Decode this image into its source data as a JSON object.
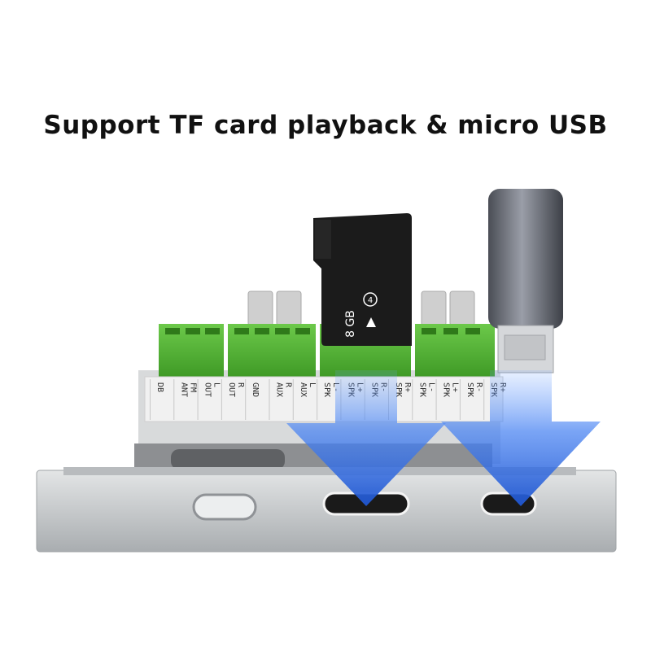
{
  "headline": "Support TF card playback & micro USB",
  "tf_card": {
    "capacity": "8 GB",
    "speed_class": "4"
  },
  "terminal_labels": [
    {
      "top": "",
      "bottom": "DB"
    },
    {
      "top": "FM",
      "bottom": "ANT"
    },
    {
      "top": "L",
      "bottom": "OUT"
    },
    {
      "top": "R",
      "bottom": "OUT"
    },
    {
      "top": "",
      "bottom": "GND"
    },
    {
      "top": "R",
      "bottom": "AUX"
    },
    {
      "top": "L",
      "bottom": "AUX"
    },
    {
      "top": "L-",
      "bottom": "SPK"
    },
    {
      "top": "L+",
      "bottom": "SPK"
    },
    {
      "top": "R-",
      "bottom": "SPK"
    },
    {
      "top": "R+",
      "bottom": "SPK"
    },
    {
      "top": "L-",
      "bottom": "SPK"
    },
    {
      "top": "L+",
      "bottom": "SPK"
    },
    {
      "top": "R-",
      "bottom": "SPK"
    },
    {
      "top": "R+",
      "bottom": "SPK"
    }
  ],
  "colors": {
    "terminal_green": "#5cb83a",
    "panel_silver": "#c9ccce",
    "arrow_blue": "#2f6fe0",
    "card_black": "#1b1b1b"
  },
  "icons": [
    "tf-card-icon",
    "usb-c-adapter-icon",
    "down-arrow-icon",
    "tf-slot-icon",
    "usb-port-icon",
    "button-icon"
  ]
}
